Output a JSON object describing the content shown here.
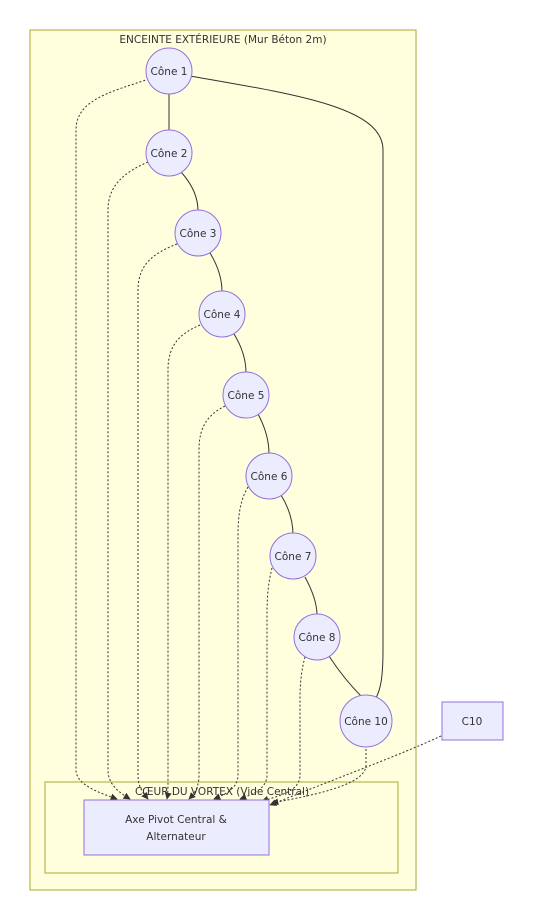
{
  "outer_cluster": {
    "title": "ENCEINTE EXTÉRIEURE (Mur Béton 2m)"
  },
  "inner_cluster": {
    "title": "CŒUR DU VORTEX (Vide Central)"
  },
  "cones": [
    {
      "label": "Cône 1"
    },
    {
      "label": "Cône 2"
    },
    {
      "label": "Cône 3"
    },
    {
      "label": "Cône 4"
    },
    {
      "label": "Cône 5"
    },
    {
      "label": "Cône 6"
    },
    {
      "label": "Cône 7"
    },
    {
      "label": "Cône 8"
    },
    {
      "label": "Cône 10"
    }
  ],
  "pivot": {
    "line1": "Axe Pivot Central &",
    "line2": "Alternateur"
  },
  "c10_box": {
    "label": "C10"
  },
  "colors": {
    "cluster_fill": "#ffffde",
    "cluster_stroke": "#aaaa33",
    "node_fill": "#ececff",
    "node_stroke": "#9370db",
    "edge": "#333333"
  }
}
